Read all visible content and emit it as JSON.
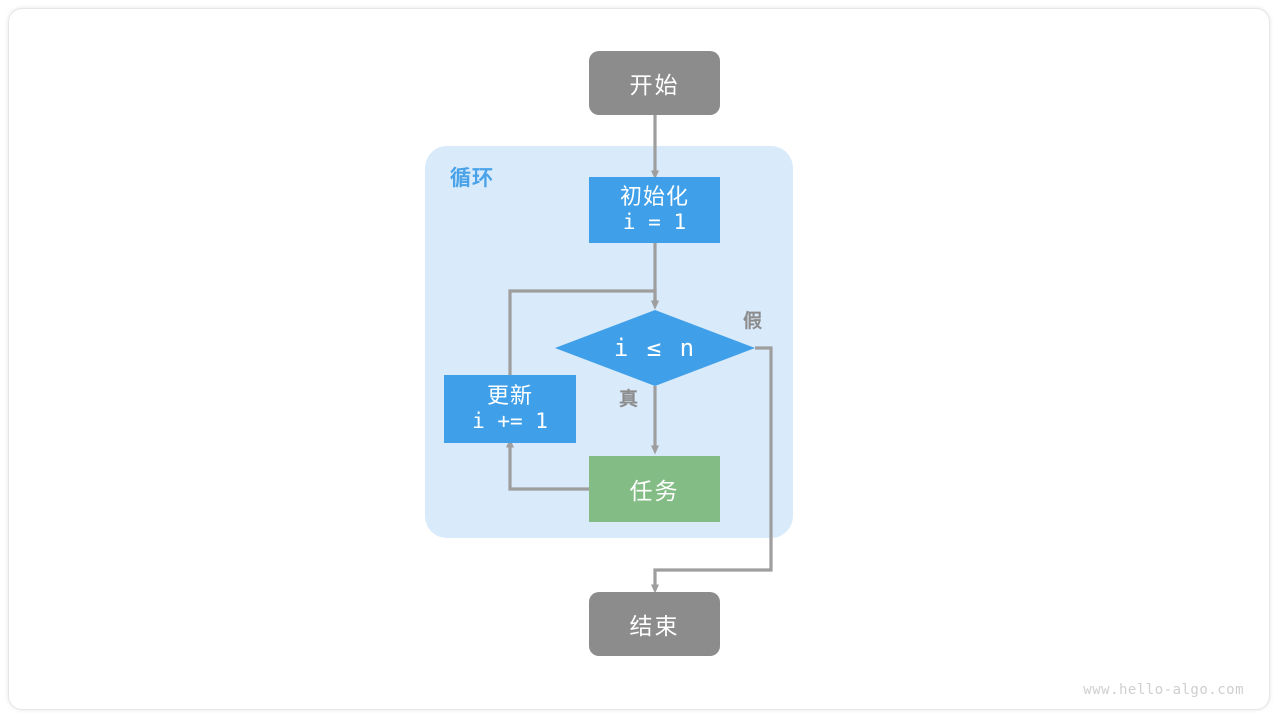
{
  "diagram": {
    "title": "for-loop-flowchart",
    "watermark": "www.hello-algo.com",
    "colors": {
      "terminal": "#8c8c8c",
      "process_blue": "#3fa0e9",
      "process_green": "#83bd85",
      "loop_container": "#d9eafa",
      "loop_label": "#4aa3e8",
      "edge": "#9e9e9e",
      "node_text": "#ffffff",
      "watermark": "#cfcfcf"
    },
    "loop": {
      "label": "循环"
    },
    "nodes": {
      "start": {
        "label": "开始",
        "shape": "rounded-rect",
        "color": "#8c8c8c"
      },
      "init": {
        "line1": "初始化",
        "line2": "i = 1",
        "shape": "rect",
        "color": "#3fa0e9"
      },
      "condition": {
        "label": "i ≤ n",
        "shape": "diamond",
        "color": "#3fa0e9"
      },
      "update": {
        "line1": "更新",
        "line2": "i += 1",
        "shape": "rect",
        "color": "#3fa0e9"
      },
      "task": {
        "label": "任务",
        "shape": "rect",
        "color": "#83bd85"
      },
      "end": {
        "label": "结束",
        "shape": "rounded-rect",
        "color": "#8c8c8c"
      }
    },
    "edge_labels": {
      "true": "真",
      "false": "假"
    }
  }
}
